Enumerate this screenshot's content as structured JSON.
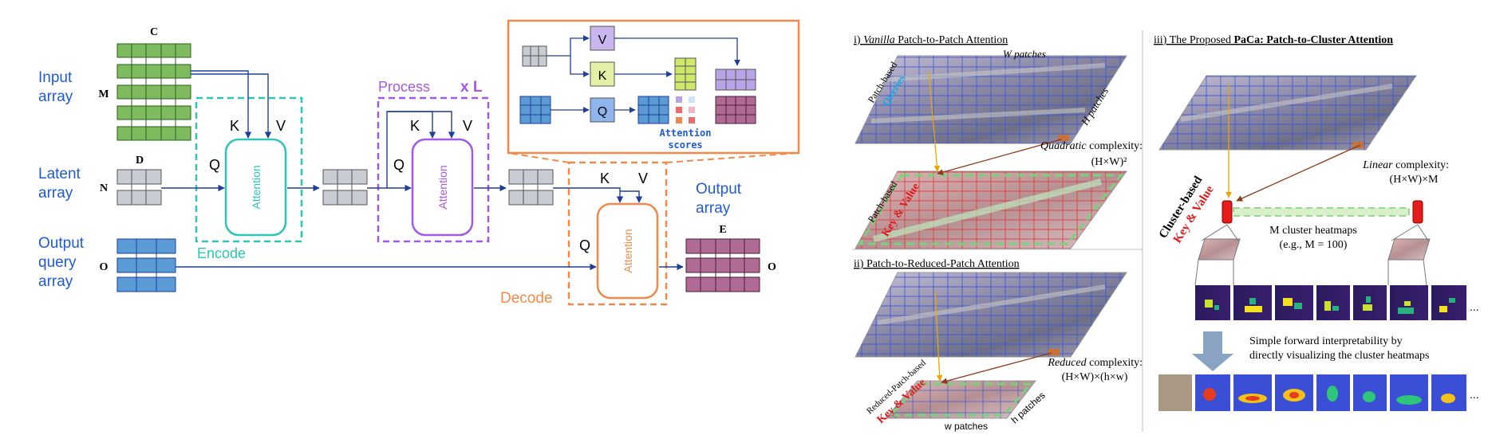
{
  "left": {
    "input_label_1": "Input",
    "input_label_2": "array",
    "dim_c": "C",
    "dim_m": "M",
    "dim_d": "D",
    "dim_n": "N",
    "dim_o_left": "O",
    "dim_e": "E",
    "dim_o_right": "O",
    "latent_label_1": "Latent",
    "latent_label_2": "array",
    "query_label_1": "Output",
    "query_label_2": "query",
    "query_label_3": "array",
    "output_label_1": "Output",
    "output_label_2": "array",
    "k": "K",
    "v": "V",
    "q": "Q",
    "attention": "Attention",
    "encode": "Encode",
    "process": "Process",
    "xl": "x L",
    "decode": "Decode",
    "inset_v": "V",
    "inset_k": "K",
    "inset_q": "Q",
    "attention_scores_1": "Attention",
    "attention_scores_2": "scores"
  },
  "panel_i": {
    "title_prefix": "i) ",
    "title_italic": "Vanilla",
    "title_rest": " Patch-to-Patch Attention",
    "w_patches": "W  patches",
    "h_patches": "H patches",
    "patch_based": "Patch-based",
    "queries": "Queries",
    "patch_based_2": "Patch-based",
    "key_value": "Key & Value",
    "complexity_italic": "Quadratic",
    "complexity_rest": " complexity:",
    "formula": "(H×W)²"
  },
  "panel_ii": {
    "title": "ii) Patch-to-Reduced-Patch Attention",
    "reduced_patch_based": "Reduced-Patch-based",
    "key_value": "Key & Value",
    "complexity_italic": "Reduced",
    "complexity_rest": " complexity:",
    "formula": "(H×W)×(h×w)",
    "w_patches": "w patches",
    "h_patches": "h patches"
  },
  "panel_iii": {
    "title_prefix": "iii) The Proposed ",
    "title_bold": "PaCa:  Patch-to-Cluster Attention",
    "complexity_italic": "Linear",
    "complexity_rest": " complexity:",
    "formula": "(H×W)×M",
    "cluster_based": "Cluster-based",
    "key_value": "Key & Value",
    "heatmaps_1": "M cluster heatmaps",
    "heatmaps_2": "(e.g., M = 100)",
    "interp_1": "Simple forward interpretability by",
    "interp_2": "directly visualizing the cluster heatmaps",
    "ellipsis_1": "...",
    "ellipsis_2": "..."
  },
  "colors": {
    "green": "#7dbb5e",
    "grey": "#c9ccd3",
    "blue": "#5b9bd5",
    "magenta": "#b06b94",
    "teal": "#2ec4b6",
    "purple": "#a259e6",
    "orange": "#f0894a",
    "arrow": "#1f3f99",
    "label_blue": "#1f5bd6"
  }
}
